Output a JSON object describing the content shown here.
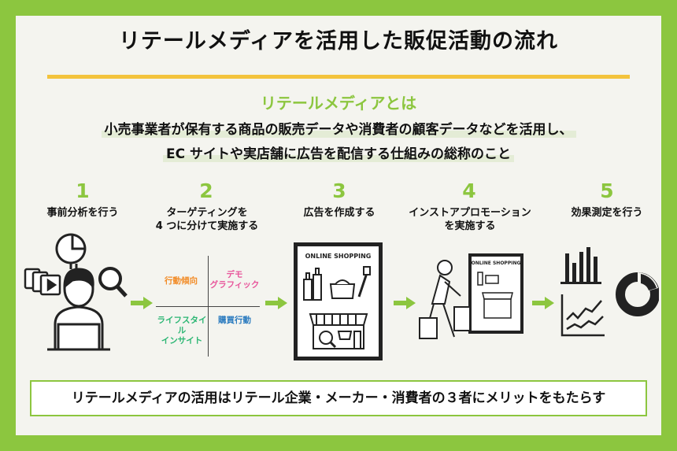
{
  "title": "リテールメディアを活用した販促活動の流れ",
  "subtitle": "リテールメディアとは",
  "description": {
    "line1": "小売事業者が保有する商品の販売データや消費者の顧客データなどを活用し、",
    "line2": "EC サイトや実店舗に広告を配信する仕組みの総称のこと"
  },
  "steps": [
    {
      "num": "1",
      "line1": "事前分析を行う",
      "line2": ""
    },
    {
      "num": "2",
      "line1": "ターゲティングを",
      "line2": "4 つに分けて実施する"
    },
    {
      "num": "3",
      "line1": "広告を作成する",
      "line2": ""
    },
    {
      "num": "4",
      "line1": "インストアプロモーション",
      "line2": "を実施する"
    },
    {
      "num": "5",
      "line1": "効果測定を行う",
      "line2": ""
    }
  ],
  "quadrants": {
    "top_left": "行動傾向",
    "top_right_1": "デモ",
    "top_right_2": "グラフィック",
    "bottom_left_1": "ライフスタイル",
    "bottom_left_2": "インサイト",
    "bottom_right": "購買行動"
  },
  "shop_label": "ONLINE SHOPPING",
  "poster_label": "ONLINE SHOPPING",
  "summary": "リテールメディアの活用はリテール企業・メーカー・消費者の３者にメリットをもたらす",
  "colors": {
    "accent_green": "#8cc63f",
    "title_underline": "#f3c33c",
    "quadrant_top_left": "#f28c28",
    "quadrant_top_right": "#e8569b",
    "quadrant_bottom_left": "#2bb673",
    "quadrant_bottom_right": "#2b7bbf"
  },
  "icons": [
    "lightbulb-icon",
    "video-files-icon",
    "magnifier-icon",
    "analyst-person-icon",
    "grocery-bottles-icon",
    "cooking-pot-icon",
    "storefront-icon",
    "shopping-person-icon",
    "bar-chart-icon",
    "line-chart-icon",
    "donut-chart-icon",
    "arrow-right-icon"
  ]
}
